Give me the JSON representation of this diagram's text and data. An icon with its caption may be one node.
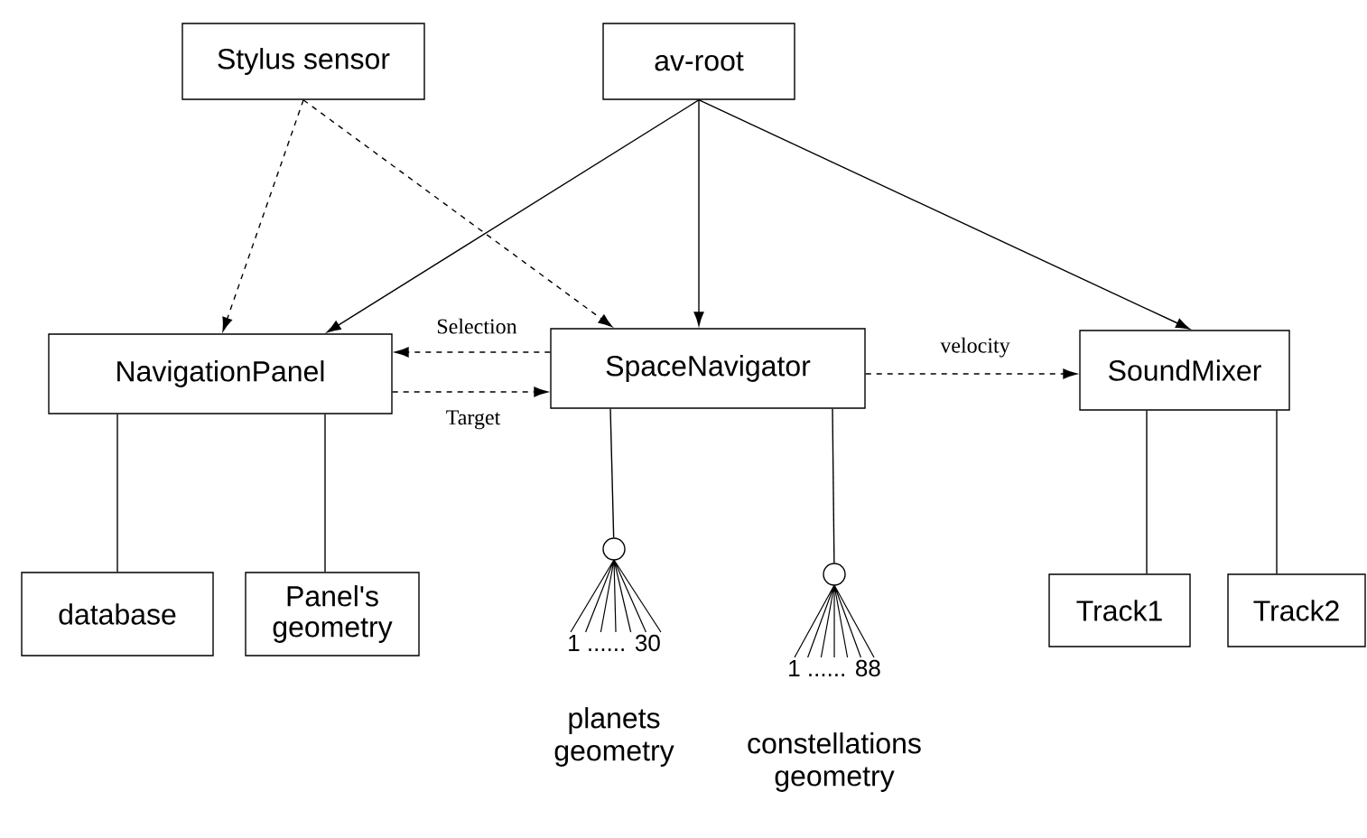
{
  "diagram": {
    "nodes": [
      {
        "text": [
          "Stylus sensor"
        ]
      },
      {
        "text": [
          "av-root"
        ]
      },
      {
        "text": [
          "NavigationPanel"
        ]
      },
      {
        "text": [
          "SpaceNavigator"
        ]
      },
      {
        "text": [
          "SoundMixer"
        ]
      },
      {
        "text": [
          "database"
        ]
      },
      {
        "text": [
          "Panel's geometry"
        ]
      },
      {
        "text": [
          "Track1"
        ]
      },
      {
        "text": [
          "Track2"
        ]
      },
      {
        "text": [],
        "shape": "circle"
      },
      {
        "text": [],
        "shape": "circle"
      }
    ],
    "edges": [
      {
        "from": 0,
        "to": 2,
        "arrow": "to",
        "style": "dashed"
      },
      {
        "from": 0,
        "to": 3,
        "arrow": "to",
        "style": "dashed"
      },
      {
        "from": 1,
        "to": 2,
        "arrow": "to"
      },
      {
        "from": 1,
        "to": 3,
        "arrow": "to"
      },
      {
        "from": 1,
        "to": 4,
        "arrow": "to"
      },
      {
        "from": 3,
        "to": 2,
        "arrow": "to",
        "style": "dashed",
        "label": "Selection"
      },
      {
        "from": 2,
        "to": 3,
        "arrow": "to",
        "style": "dashed",
        "label": "Target"
      },
      {
        "from": 3,
        "to": 4,
        "arrow": "to",
        "style": "dashed",
        "label": "velocity"
      },
      {
        "from": 2,
        "to": 5,
        "arrow": "none"
      },
      {
        "from": 2,
        "to": 6,
        "arrow": "none"
      },
      {
        "from": 3,
        "to": 9,
        "arrow": "none"
      },
      {
        "from": 3,
        "to": 10,
        "arrow": "none"
      },
      {
        "from": 4,
        "to": 7,
        "arrow": "none"
      },
      {
        "from": 4,
        "to": 8,
        "arrow": "none"
      }
    ],
    "labels": [
      "1 ...... 30",
      "planets geometry",
      "1 ...... 88",
      "constellations geometry"
    ]
  }
}
